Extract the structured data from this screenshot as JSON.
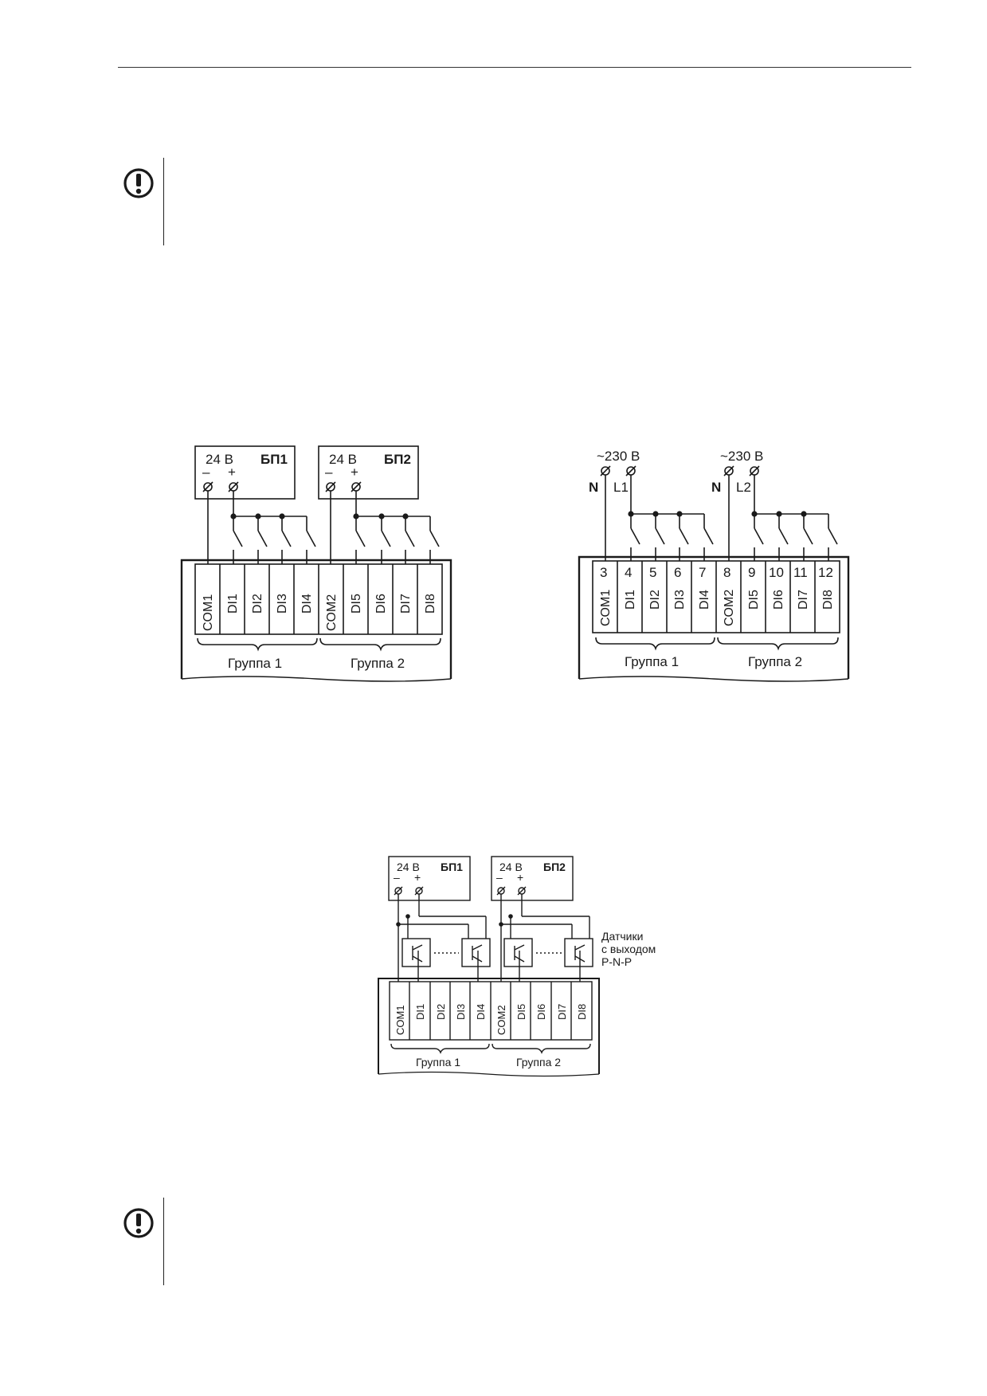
{
  "diagram_a": {
    "psu1": {
      "voltage": "24 В",
      "name": "БП1",
      "minus": "–",
      "plus": "+"
    },
    "psu2": {
      "voltage": "24 В",
      "name": "БП2",
      "minus": "–",
      "plus": "+"
    },
    "terminals": [
      "COM1",
      "DI1",
      "DI2",
      "DI3",
      "DI4",
      "COM2",
      "DI5",
      "DI6",
      "DI7",
      "DI8"
    ],
    "groups": [
      "Группа 1",
      "Группа 2"
    ]
  },
  "diagram_b": {
    "source1": {
      "voltage": "~230 В",
      "neutral": "N",
      "line": "L1"
    },
    "source2": {
      "voltage": "~230 В",
      "neutral": "N",
      "line": "L2"
    },
    "terminal_numbers": [
      "3",
      "4",
      "5",
      "6",
      "7",
      "8",
      "9",
      "10",
      "11",
      "12"
    ],
    "terminals": [
      "COM1",
      "DI1",
      "DI2",
      "DI3",
      "DI4",
      "COM2",
      "DI5",
      "DI6",
      "DI7",
      "DI8"
    ],
    "groups": [
      "Группа 1",
      "Группа 2"
    ]
  },
  "diagram_c": {
    "psu1": {
      "voltage": "24 В",
      "name": "БП1",
      "minus": "–",
      "plus": "+"
    },
    "psu2": {
      "voltage": "24 В",
      "name": "БП2",
      "minus": "–",
      "plus": "+"
    },
    "sensor_label": [
      "Датчики",
      "с выходом",
      "P-N-P"
    ],
    "terminals": [
      "COM1",
      "DI1",
      "DI2",
      "DI3",
      "DI4",
      "COM2",
      "DI5",
      "DI6",
      "DI7",
      "DI8"
    ],
    "groups": [
      "Группа 1",
      "Группа 2"
    ]
  },
  "icons": {
    "warning": "exclamation-circle-icon"
  },
  "colors": {
    "ink": "#1a1a1a"
  }
}
